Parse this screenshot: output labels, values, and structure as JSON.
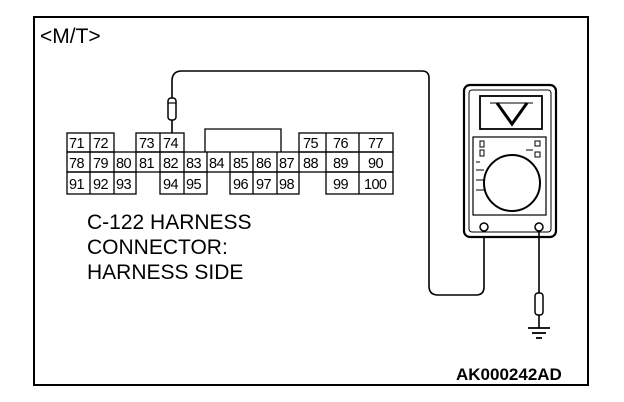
{
  "header_label": "<M/T>",
  "connector": {
    "rows": [
      [
        "71",
        "72",
        "73",
        "74",
        "75",
        "76",
        "77"
      ],
      [
        "78",
        "79",
        "80",
        "81",
        "82",
        "83",
        "84",
        "85",
        "86",
        "87",
        "88",
        "89",
        "90"
      ],
      [
        "91",
        "92",
        "93",
        "94",
        "95",
        "96",
        "97",
        "98",
        "99",
        "100"
      ]
    ]
  },
  "caption": {
    "line1": "C-122 HARNESS",
    "line2": "CONNECTOR:",
    "line3": "HARNESS SIDE"
  },
  "figure_code": "AK000242AD",
  "icons": [
    "multimeter-icon",
    "probe-icon",
    "ground-icon"
  ]
}
